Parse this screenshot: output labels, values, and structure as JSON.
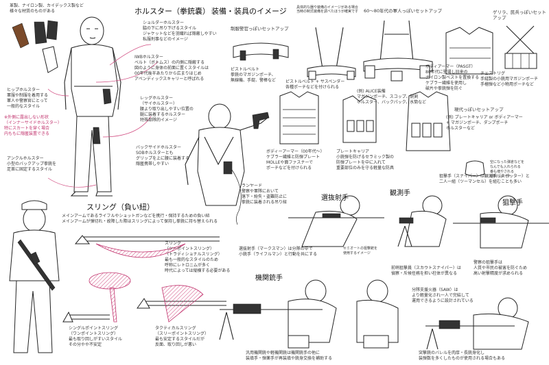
{
  "holster": {
    "heading": "ホルスター（拳銃嚢）",
    "top_note": "革製、ナイロン製、カイデックス製など\n様々な材質のものがある",
    "shoulder": "ショルダーホルスター\n脇の下に吊り下げるスタイル\nジャケットなどを羽織れば隠蔽しやすい\n私服刑事などのイメージ",
    "iwb": "IWBホルスター\nベルト（ボトムス）の内側に隠蔽する\n図のように身体の前面に置くスタイルは\n00年代後半あたりから広まりはじめ\nアペンディックスキャリーと呼ばれる",
    "hip": "ヒップホルスター\n軍服や制服を着用する\n軍人や警察官にとって\n一般的なスタイル",
    "inner": "※外側に露出しない形状\n（インナーサイドホルスター）\n特にスカートを穿く場合\n内ももに隠匿装置できる",
    "leg": "レッグホルスター\n（サイホルスター）\n腰より取り出しやすい位置の\n腿に装着するホルスター\n特殊部隊的イメージ",
    "back": "バックサイドホルスター\nSOBホルスターとも\nグリップを上に腰に装着する\n隠匿携帯しやすい",
    "ankle": "アンクルホルスター\n小型のバックアップ拳銃を\n足首に固定するスタイル",
    "lanyard": "ランヤード\n警察や軍隊において\n落下・紛失・盗難防止に\n拳銃に装着される吊り紐"
  },
  "equipment": {
    "heading": "装備・装具のイメージ",
    "note": "具体的な器や装備のイメージがある場合\n当時の制式装備を調べたほうが確実です",
    "police_heading": "制服警官っぽいセットアップ",
    "pistol_belt": "ピストルベルト\n拳銃のマガジンポーチ、\n無線機、手錠、警棒など",
    "suspender": "ピストルベルト + サスペンダー\n各種ポーチなどを付けられる",
    "alice_heading": "60〜80年代の軍人っぽいセットアップ",
    "alice": "(例) ALICE装備\nマガジンポーチ、スコップ、銃剣\nホルスター、バックパック、水筒など",
    "pasgt": "ボディアーマー（PASGT）\n80年代に登場し旧来の\nナイロン製ベストを置換する\nケブラー繊維を使用し\n破片や拳銃弾を防ぐ",
    "guerrilla_heading": "ゲリラ、民兵っぽいセットアップ",
    "chest_rig": "チェストリグ\n手縫製の小銃用マガジンポーチ\n手榴弾など小物用ポーチなど",
    "armor00": "ボディーアーマー（00年代〜）\nケブラー繊維と防弾プレート\nMOLLEや面ファスナーで\nポーチなどを付けられる",
    "plate_carrier": "プレートキャリア\n小銃弾を防げるセラミック製の\n防弾プレートを中に入れて\n重要部位のみを守る軽量な防具",
    "modern_heading": "現代っぽいセットアップ",
    "modern": "(例) プレートキャリア or ボディアーマー\n+ マガジンポーチ、ダンプポーチ\nホルスターなど",
    "dump_note": "空になった弾倉などを\nなんでも入れられる\n番も増やされる\n便利なポーチ"
  },
  "sling": {
    "heading": "スリング（負い紐）",
    "desc": "メインアームであるライフルやショットガンなどを携行・保持するための負い紐\nメインアームが弾切れ・故障した際はスリングによって保持し拳銃に持ち替えられる",
    "two_point": "スリング\n（ツーポイントスリング）\n（トラディショナルスリング）\n最も一般的なスタイルのため\n呼称にレトロニムが多く\n時代によっては縦横する必要がある",
    "single_point": "シングルポイントスリング\n（ワンポイントスリング）\n最も取り回しがすいスタイル\nその分やや不安定",
    "tactical": "タクティカルスリング\n（スリーポイントスリング）\n最も安定するスタイルだが\n反面、取り回しが悪い"
  },
  "roles": {
    "marksman_heading": "選抜射手",
    "marksman": "選抜射手（マークスマン）は分隊の中で\n小銃手（ライフルマン）と行動を共にする",
    "marksman_note": "セミオートの狙撃銃を\n使用するイメージ",
    "spotter_heading": "観測手",
    "spotter_note": "狙撃手（スナイパー）は観測手（スポッター）と\n二人一組（ツーマンセル）を組むことも多い",
    "recon": "前哨狙撃員（スカウトスナイパー）は\n偵察・斥候任務を担い柱体が異なる",
    "sniper_heading": "狙撃手",
    "sniper_note": "警察の狙撃手は\n人質や市民の被害を防ぐため\n高い射撃精度が求められる",
    "mg_heading": "機関銃手",
    "mg_note": "汎用機関銃や軽機関銃は機関銃手の他に\n装填手・弾薬手が再装填や銃身交換を補助する",
    "saw_note": "分隊支援火器（SAW）は\nより軽量化され一人で完結して\n運用できるように設計されている",
    "assault_note": "突撃銃のバレルを肉厚・長銃身化し\n装弾数を多くしたものが使用される場合もある"
  },
  "colors": {
    "accent": "#c0306b",
    "ink": "#222222"
  }
}
